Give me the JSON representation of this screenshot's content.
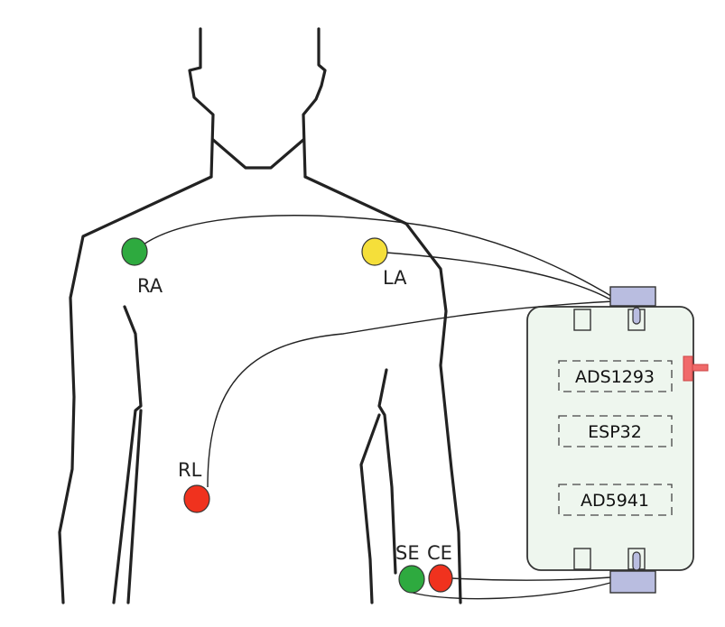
{
  "electrodes": {
    "ra": {
      "label": "RA",
      "color": "#2eaa3f"
    },
    "la": {
      "label": "LA",
      "color": "#f5df3a"
    },
    "rl": {
      "label": "RL",
      "color": "#f0321e"
    },
    "se": {
      "label": "SE",
      "color": "#2eaa3f"
    },
    "ce": {
      "label": "CE",
      "color": "#f0321e"
    }
  },
  "device": {
    "body_color": "#eef6ee",
    "connector_color": "#b9bde0",
    "switch_color": "#f06a6a",
    "chips": [
      {
        "label": "ADS1293"
      },
      {
        "label": "ESP32"
      },
      {
        "label": "AD5941"
      }
    ]
  }
}
